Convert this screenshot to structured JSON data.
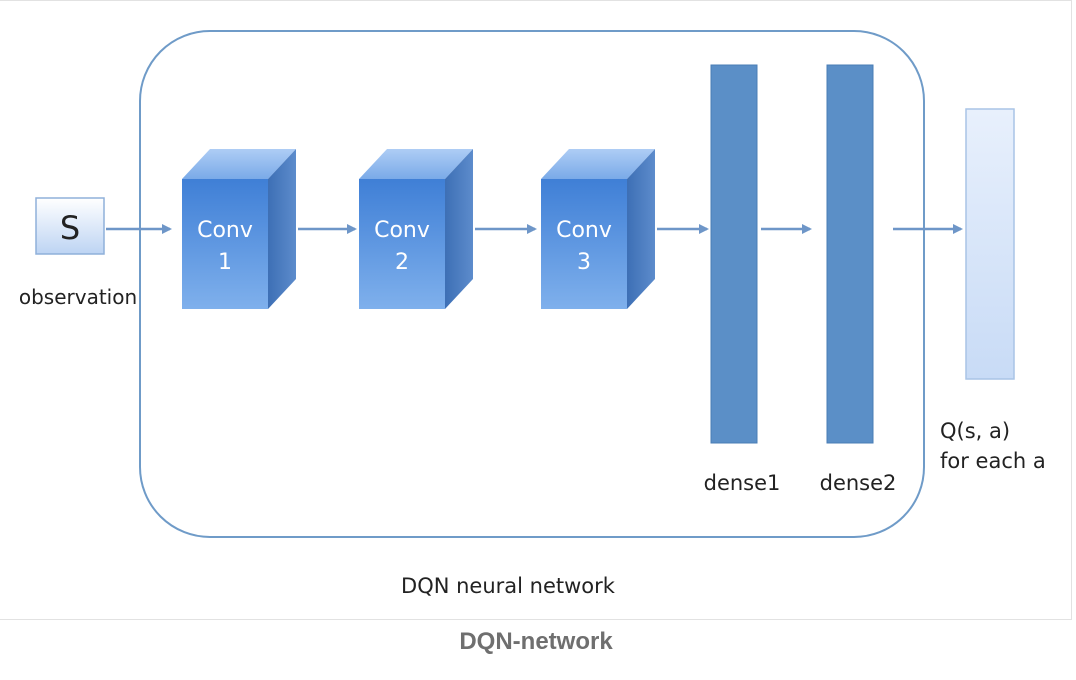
{
  "diagram": {
    "input": {
      "symbol": "S",
      "label": "observation"
    },
    "conv_layers": [
      {
        "line1": "Conv",
        "line2": "1"
      },
      {
        "line1": "Conv",
        "line2": "2"
      },
      {
        "line1": "Conv",
        "line2": "3"
      }
    ],
    "dense_layers": [
      {
        "label": "dense1"
      },
      {
        "label": "dense2"
      }
    ],
    "output": {
      "line1": "Q(s, a)",
      "line2": "for each a"
    },
    "network_label": "DQN neural network"
  },
  "caption": "DQN-network",
  "colors": {
    "layer_blue": "#5b8fc7",
    "arrow": "#6e96c8",
    "outline": "#6f9bc8",
    "output_light": "#dce9fb",
    "caption_gray": "#6f6f6f"
  }
}
